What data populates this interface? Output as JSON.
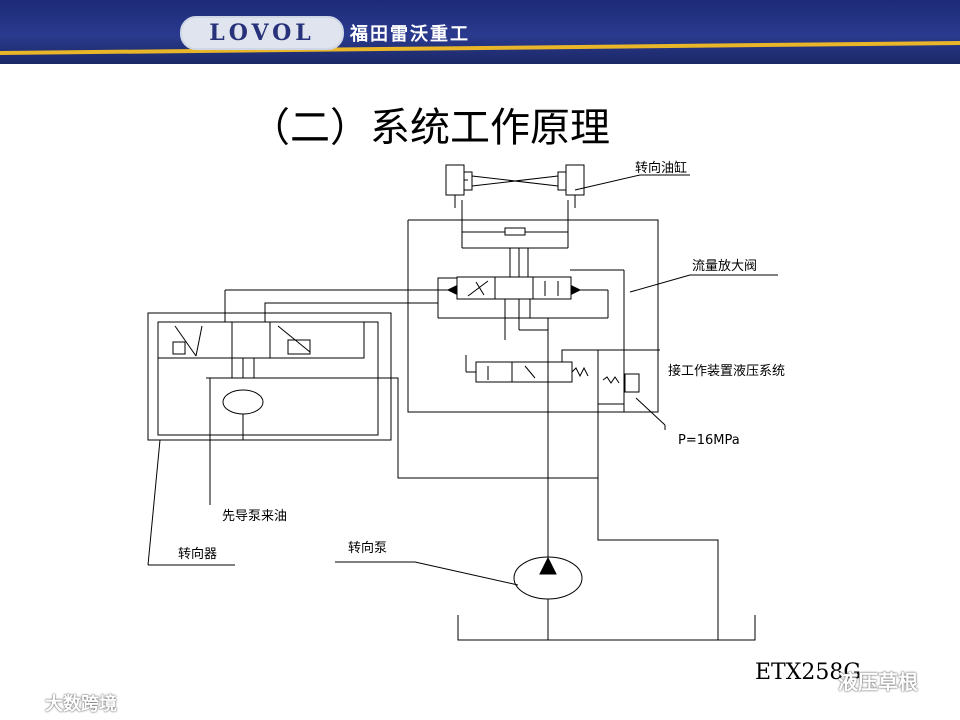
{
  "header": {
    "logo_text": "LOVOL",
    "brand_cn": "福田雷沃重工"
  },
  "title": "（二）系统工作原理",
  "labels": {
    "cylinder": "转向油缸",
    "amplifier_valve": "流量放大阀",
    "work_system": "接工作装置液压系统",
    "pressure": "P=16MPa",
    "pilot_oil": "先导泵来油",
    "steering_unit": "转向器",
    "steering_pump": "转向泵"
  },
  "footer": {
    "model": "ETX258G",
    "watermark_right": "液压草根",
    "watermark_left": "大数跨境"
  },
  "colors": {
    "banner": "#1d2a78",
    "stripe": "#e8b628"
  }
}
